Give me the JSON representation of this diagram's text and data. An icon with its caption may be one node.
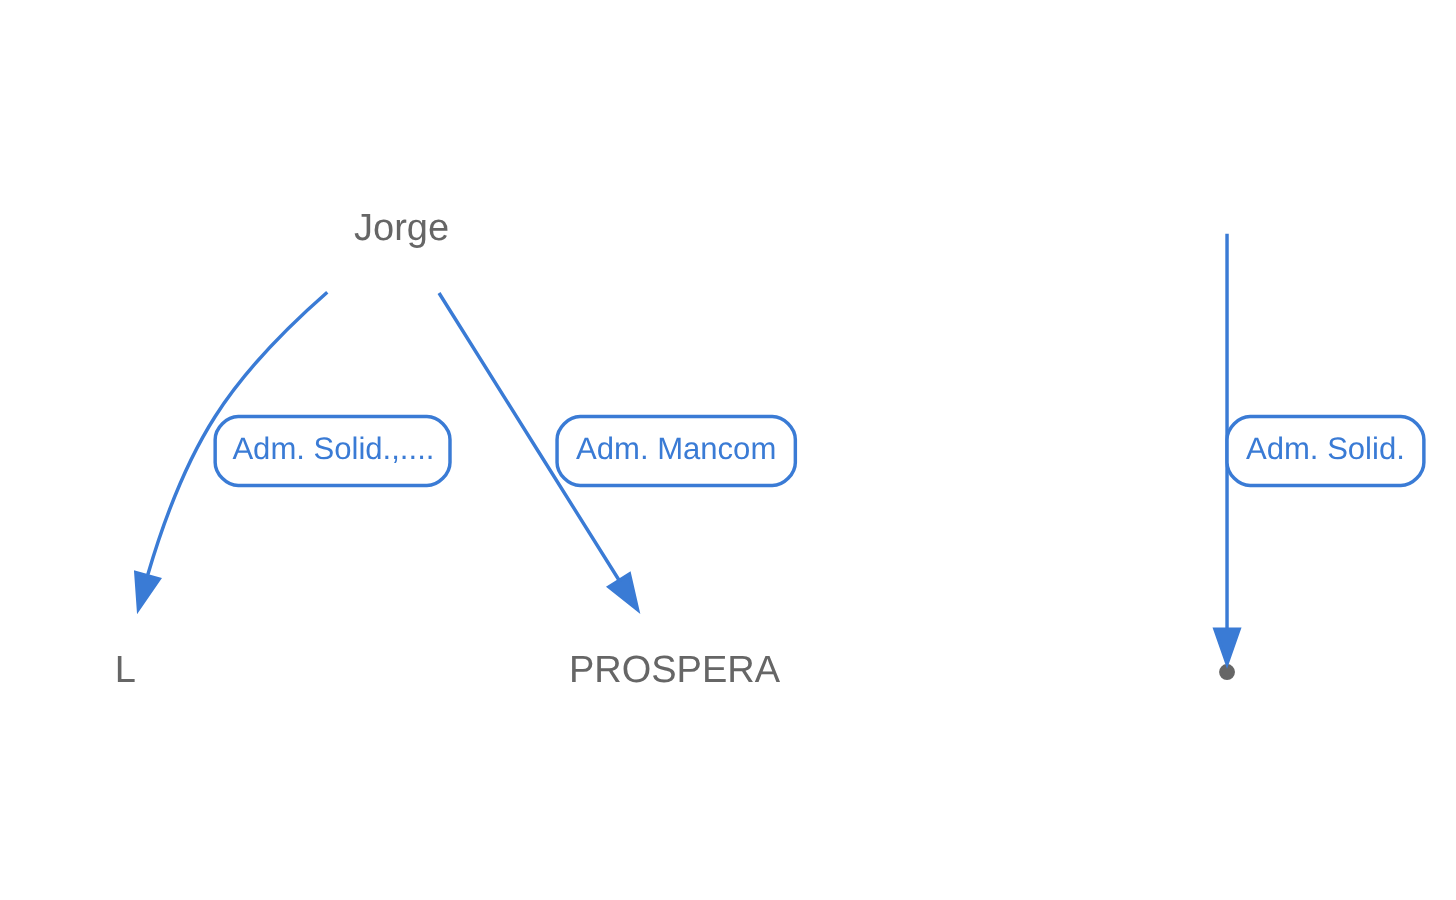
{
  "diagram": {
    "nodes": [
      {
        "text": [
          "Jorge"
        ]
      },
      {
        "text": [
          "L"
        ]
      },
      {
        "text": [
          "PROSPERA"
        ]
      },
      {
        "text": [],
        "shape": "point"
      }
    ],
    "edges": [
      {
        "from": 0,
        "to": 1,
        "arrow": "to",
        "label": "Adm. Solid.,...."
      },
      {
        "from": 0,
        "to": 2,
        "arrow": "to",
        "label": "Adm. Mancom"
      },
      {
        "from": null,
        "to": 3,
        "arrow": "to",
        "label": "Adm. Solid."
      }
    ]
  }
}
